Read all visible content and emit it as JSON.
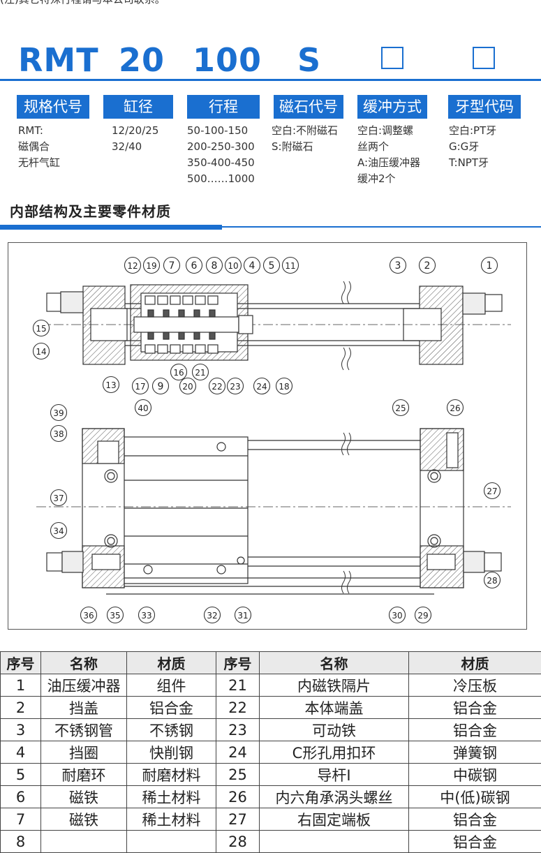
{
  "top_note": "(注)其它特殊行程请与本公司联系。",
  "model_code": {
    "parts": [
      "RMT",
      "20",
      "100",
      "S"
    ],
    "accent_color": "#1a6fd0"
  },
  "spec_columns": [
    {
      "label": "规格代号",
      "desc": "RMT:\n磁偶合\n无杆气缸"
    },
    {
      "label": "缸径",
      "desc": "12/20/25\n32/40"
    },
    {
      "label": "行程",
      "desc": "50-100-150\n200-250-300\n350-400-450\n500……1000"
    },
    {
      "label": "磁石代号",
      "desc": "空白:不附磁石\nS:附磁石"
    },
    {
      "label": "缓冲方式",
      "desc": "空白:调整螺\n丝两个\nA:油压缓冲器\n缓冲2个"
    },
    {
      "label": "牙型代码",
      "desc": "空白:PT牙\nG:G牙\nT:NPT牙"
    }
  ],
  "section_title": "内部结构及主要零件材质",
  "diagram": {
    "callouts_top": [
      "12",
      "19",
      "7",
      "6",
      "8",
      "10",
      "4",
      "5",
      "11",
      "3",
      "2",
      "1",
      "15",
      "14",
      "13",
      "17",
      "9",
      "16",
      "21",
      "20",
      "22",
      "23",
      "24",
      "18"
    ],
    "callouts_bottom": [
      "39",
      "40",
      "38",
      "37",
      "34",
      "36",
      "35",
      "33",
      "32",
      "31",
      "25",
      "26",
      "27",
      "28",
      "30",
      "29"
    ]
  },
  "parts_table": {
    "headers": [
      "序号",
      "名称",
      "材质",
      "序号",
      "名称",
      "材质"
    ],
    "rows": [
      [
        "1",
        "油压缓冲器",
        "组件",
        "21",
        "内磁铁隔片",
        "冷压板"
      ],
      [
        "2",
        "挡盖",
        "铝合金",
        "22",
        "本体端盖",
        "铝合金"
      ],
      [
        "3",
        "不锈钢管",
        "不锈钢",
        "23",
        "可动铁",
        "铝合金"
      ],
      [
        "4",
        "挡圈",
        "快削钢",
        "24",
        "C形孔用扣环",
        "弹簧钢"
      ],
      [
        "5",
        "耐磨环",
        "耐磨材料",
        "25",
        "导杆I",
        "中碳钢"
      ],
      [
        "6",
        "磁铁",
        "稀土材料",
        "26",
        "内六角承涡头螺丝",
        "中(低)碳钢"
      ],
      [
        "7",
        "磁铁",
        "稀土材料",
        "27",
        "右固定端板",
        "铝合金"
      ],
      [
        "8",
        "",
        "",
        "28",
        "",
        "铝合金"
      ]
    ]
  }
}
